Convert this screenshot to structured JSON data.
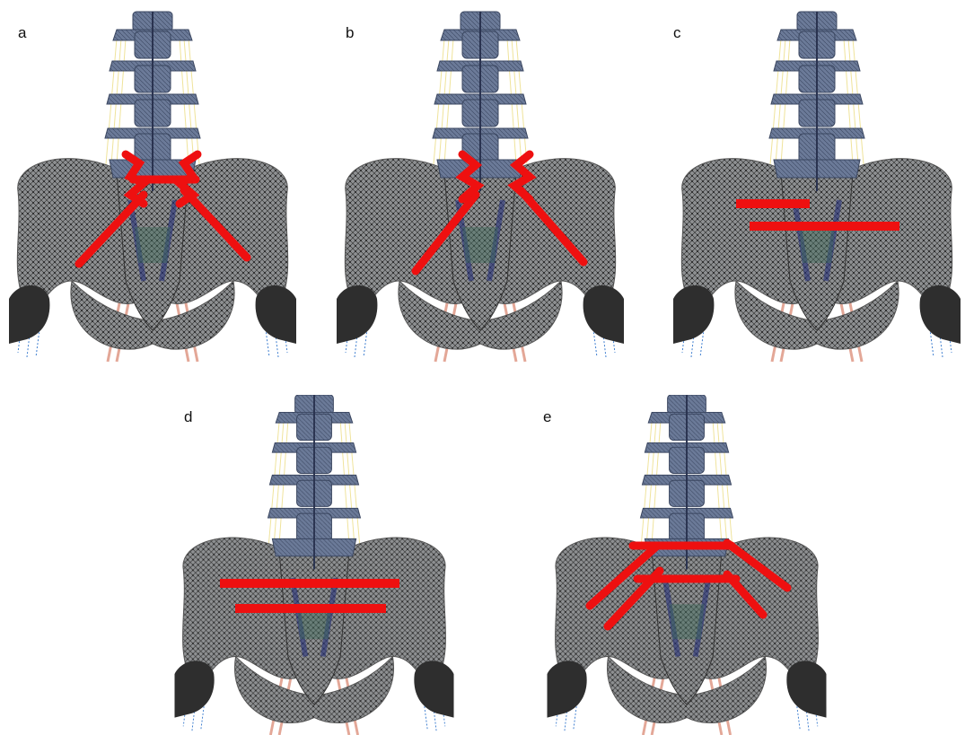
{
  "figure": {
    "background": "#ffffff",
    "colors": {
      "bone_mesh": "#8e9092",
      "bone_mesh_line": "#2b2b2b",
      "vertebra": "#5f6f8e",
      "vertebra_dark": "#3a4660",
      "femur": "#2e2e2e",
      "ligament_yellow": "#efe39a",
      "ligament_blue": "#3f7fd0",
      "ligament_red": "#d8826c",
      "fixation_red": "#ee1010",
      "sacrum_green": "#3e6a5a",
      "disc_blue": "#26307a"
    },
    "panels": [
      {
        "label": "a",
        "fixation": "bilateral-sacroiliac-screws-paired"
      },
      {
        "label": "b",
        "fixation": "bilateral-sacroiliac-screws-paired"
      },
      {
        "label": "c",
        "fixation": "two-transverse-bars"
      },
      {
        "label": "d",
        "fixation": "two-transverse-bars"
      },
      {
        "label": "e",
        "fixation": "transverse-bars-with-oblique-screws"
      }
    ]
  }
}
